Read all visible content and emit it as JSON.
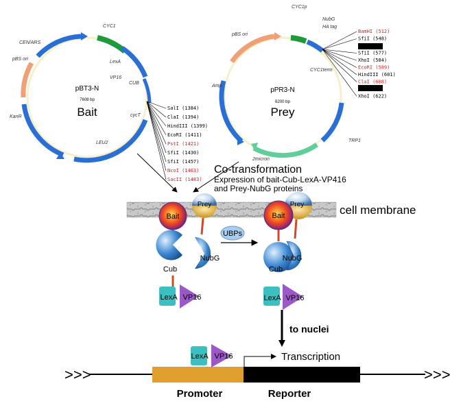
{
  "bait_plasmid": {
    "name": "pBT3-N",
    "size": "7608 bp",
    "short_name": "Bait",
    "features": [
      "CYC1",
      "CEN/ARS",
      "pBS ori",
      "LexA",
      "VP16",
      "CUB",
      "cycT",
      "KanR",
      "LEU2"
    ],
    "sites": [
      {
        "text": "SalI (1384)",
        "color": "#000000"
      },
      {
        "text": "ClaI (1394)",
        "color": "#000000"
      },
      {
        "text": "HindIII (1399)",
        "color": "#000000"
      },
      {
        "text": "EcoRI (1411)",
        "color": "#000000"
      },
      {
        "text": "PstI (1421)",
        "color": "#cc2222"
      },
      {
        "text": "SfiI (1430)",
        "color": "#000000"
      },
      {
        "text": "SfiI (1457)",
        "color": "#000000"
      },
      {
        "text": "NcoI (1463)",
        "color": "#cc2222"
      },
      {
        "text": "SacII (1483)",
        "color": "#cc2222"
      }
    ]
  },
  "prey_plasmid": {
    "name": "pPR3-N",
    "size": "6200 bp",
    "short_name": "Prey",
    "features": [
      "CYC1p",
      "NubG",
      "HA tag",
      "pBS ori",
      "CYC1term",
      "Amp",
      "2micron",
      "TRP1"
    ],
    "sites": [
      {
        "text": "BamHI (512)",
        "color": "#cc2222"
      },
      {
        "text": "SfiI (548)",
        "color": "#000000"
      },
      {
        "text": "SfiI (577)",
        "color": "#000000"
      },
      {
        "text": "XhoI (584)",
        "color": "#000000"
      },
      {
        "text": "EcoRI (589)",
        "color": "#cc2222"
      },
      {
        "text": "HindIII (601)",
        "color": "#000000"
      },
      {
        "text": "ClaI (608)",
        "color": "#cc2222"
      },
      {
        "text": "XhoI (622)",
        "color": "#000000"
      }
    ]
  },
  "cotransformation": {
    "title": "Co-transformation",
    "line1": "Expression of bait-Cub-LexA-VP416",
    "line2": "and Prey-NubG proteins"
  },
  "membrane_label": "cell membrane",
  "proteins": {
    "bait": "Bait",
    "prey": "Prey",
    "cub": "Cub",
    "nubg": "NubG",
    "lexa": "LexA",
    "vp16": "VP16",
    "ubps": "UBPs"
  },
  "to_nuclei": "to nuclei",
  "transcription": "Transcription",
  "promoter": "Promoter",
  "reporter": "Reporter",
  "chevrons_left": ">>>",
  "chevrons_right": ">>>",
  "colors": {
    "backbone_blue": "#2a6fd6",
    "pbs_ori": "#f0a074",
    "cyc1_green": "#1f9a3a",
    "two_micron": "#5fcf9a",
    "promoter": "#e0a030",
    "reporter": "#000000",
    "lexa": "#3bbfc0",
    "vp16": "#9b59c7",
    "cub": "#3a86d0",
    "ubps": "#a9cdee"
  }
}
